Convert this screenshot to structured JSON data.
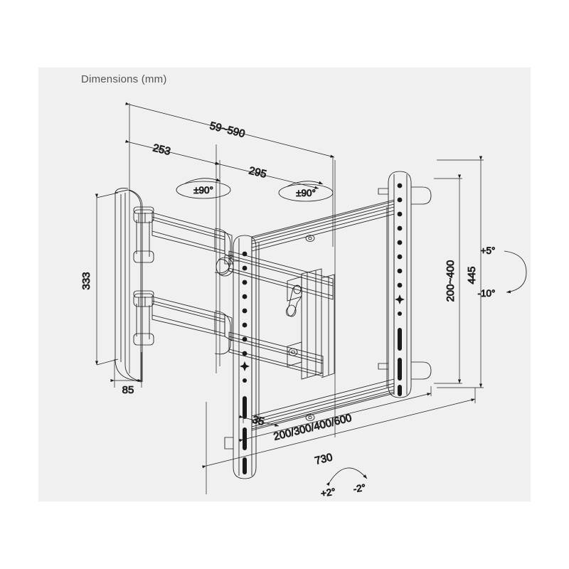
{
  "drawing": {
    "title": "Dimensions (mm)",
    "background_color": "#f0f0f0",
    "page_color": "#ffffff",
    "line_color": "#1a1a1a",
    "title_color": "#555555",
    "subject": "articulating-tv-wall-mount"
  },
  "dimensions": {
    "depth_range": "59~590",
    "arm_segment_1": "253",
    "arm_segment_2": "295",
    "plate_height": "333",
    "plate_depth": "85",
    "rail_height_range": "200~400",
    "overall_height": "445",
    "rail_offset": "35",
    "vesa_widths": "200/300/400/600",
    "overall_width": "730"
  },
  "angles": {
    "swivel_joint_1": "±90°",
    "swivel_joint_2": "±90°",
    "tilt_up": "+5°",
    "tilt_down": "-10°",
    "roll_left": "+2°",
    "roll_right": "-2°"
  }
}
